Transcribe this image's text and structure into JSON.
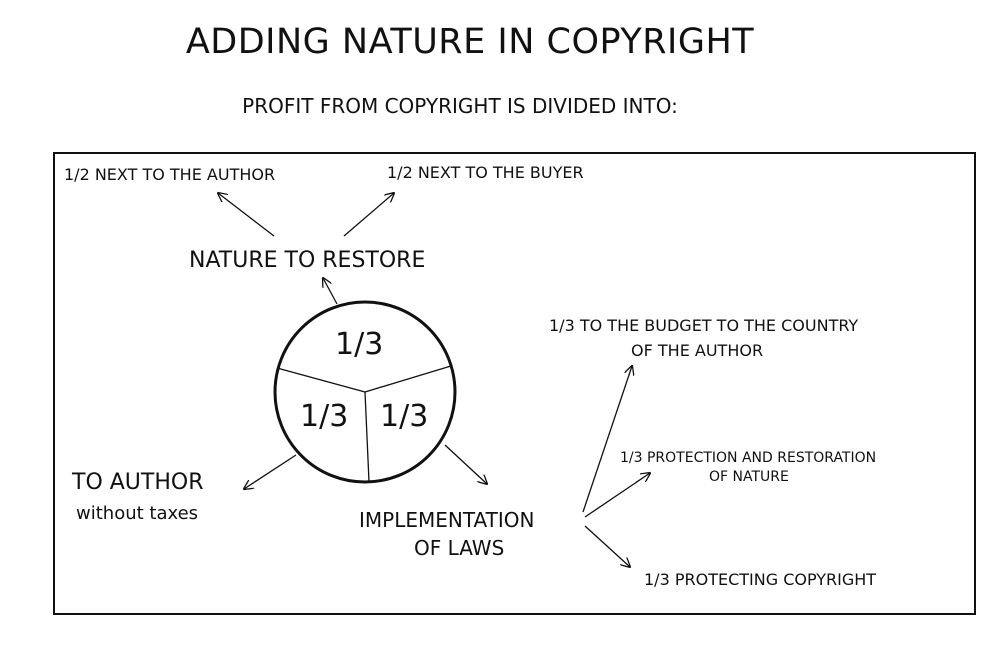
{
  "title": "ADDING NATURE IN COPYRIGHT",
  "subtitle": "PROFIT FROM COPYRIGHT IS DIVIDED INTO:",
  "pie": {
    "top_share": "1/3",
    "left_share": "1/3",
    "right_share": "1/3"
  },
  "nature_branch": {
    "label": "NATURE TO RESTORE",
    "author_split": "1/2  NEXT TO THE AUTHOR",
    "buyer_split": "1/2 NEXT TO THE BUYER"
  },
  "author_branch": {
    "label": "TO AUTHOR",
    "note": "without taxes"
  },
  "laws_branch": {
    "label_line1": "IMPLEMENTATION",
    "label_line2": "OF LAWS",
    "budget_line1": "1/3  TO THE BUDGET TO THE COUNTRY",
    "budget_line2": "OF THE AUTHOR",
    "nature_line1": "1/3  PROTECTION AND RESTORATION",
    "nature_line2": "OF NATURE",
    "copyright": "1/3  PROTECTING COPYRIGHT"
  }
}
